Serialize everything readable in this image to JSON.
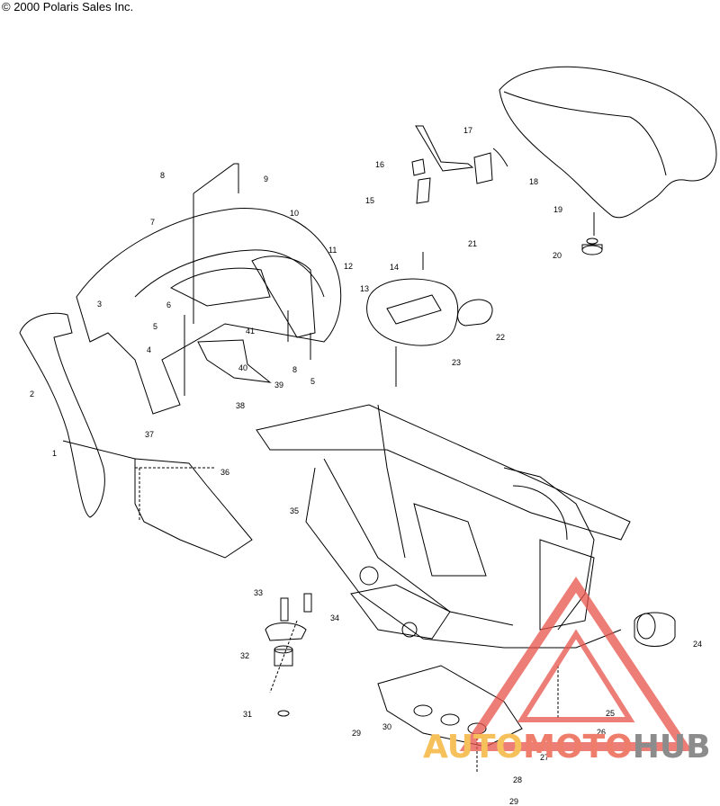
{
  "copyright": "© 2000 Polaris Sales Inc.",
  "callouts": [
    "1",
    "2",
    "3",
    "4",
    "5",
    "6",
    "7",
    "8",
    "9",
    "10",
    "11",
    "12",
    "13",
    "14",
    "15",
    "16",
    "17",
    "18",
    "19",
    "20",
    "21",
    "22",
    "23",
    "24",
    "25",
    "26",
    "27",
    "28",
    "29",
    "30",
    "31",
    "32",
    "33",
    "34",
    "35",
    "36",
    "37",
    "38",
    "39",
    "40",
    "41"
  ],
  "labels": [
    {
      "id": "17",
      "text": "17"
    },
    {
      "id": "16",
      "text": "16"
    },
    {
      "id": "18",
      "text": "18"
    },
    {
      "id": "15",
      "text": "15"
    },
    {
      "id": "19",
      "text": "19"
    },
    {
      "id": "20",
      "text": "20"
    },
    {
      "id": "21",
      "text": "21"
    },
    {
      "id": "22",
      "text": "22"
    },
    {
      "id": "14",
      "text": "14"
    },
    {
      "id": "23",
      "text": "23"
    },
    {
      "id": "13",
      "text": "13"
    },
    {
      "id": "12",
      "text": "12"
    },
    {
      "id": "11",
      "text": "11"
    },
    {
      "id": "10",
      "text": "10"
    },
    {
      "id": "9",
      "text": "9"
    },
    {
      "id": "8a",
      "text": "8"
    },
    {
      "id": "7",
      "text": "7"
    },
    {
      "id": "6",
      "text": "6"
    },
    {
      "id": "3",
      "text": "3"
    },
    {
      "id": "5a",
      "text": "5"
    },
    {
      "id": "4",
      "text": "4"
    },
    {
      "id": "41",
      "text": "41"
    },
    {
      "id": "40",
      "text": "40"
    },
    {
      "id": "39",
      "text": "39"
    },
    {
      "id": "8b",
      "text": "8"
    },
    {
      "id": "5b",
      "text": "5"
    },
    {
      "id": "38",
      "text": "38"
    },
    {
      "id": "2",
      "text": "2"
    },
    {
      "id": "37",
      "text": "37"
    },
    {
      "id": "36",
      "text": "36"
    },
    {
      "id": "35",
      "text": "35"
    },
    {
      "id": "33",
      "text": "33"
    },
    {
      "id": "34",
      "text": "34"
    },
    {
      "id": "32",
      "text": "32"
    },
    {
      "id": "31",
      "text": "31"
    },
    {
      "id": "29a",
      "text": "29"
    },
    {
      "id": "30",
      "text": "30"
    },
    {
      "id": "24",
      "text": "24"
    },
    {
      "id": "25",
      "text": "25"
    },
    {
      "id": "26",
      "text": "26"
    },
    {
      "id": "27",
      "text": "27"
    },
    {
      "id": "28",
      "text": "28"
    },
    {
      "id": "29b",
      "text": "29"
    },
    {
      "id": "1",
      "text": "1"
    }
  ],
  "watermark": {
    "part1": "AUTO",
    "part2": "MOTO",
    "part3": "HUB"
  },
  "colors": {
    "line": "#000000",
    "watermark_red": "#e8534a",
    "watermark_yellow": "#f6c15a",
    "watermark_gray": "#8c8c8c"
  }
}
